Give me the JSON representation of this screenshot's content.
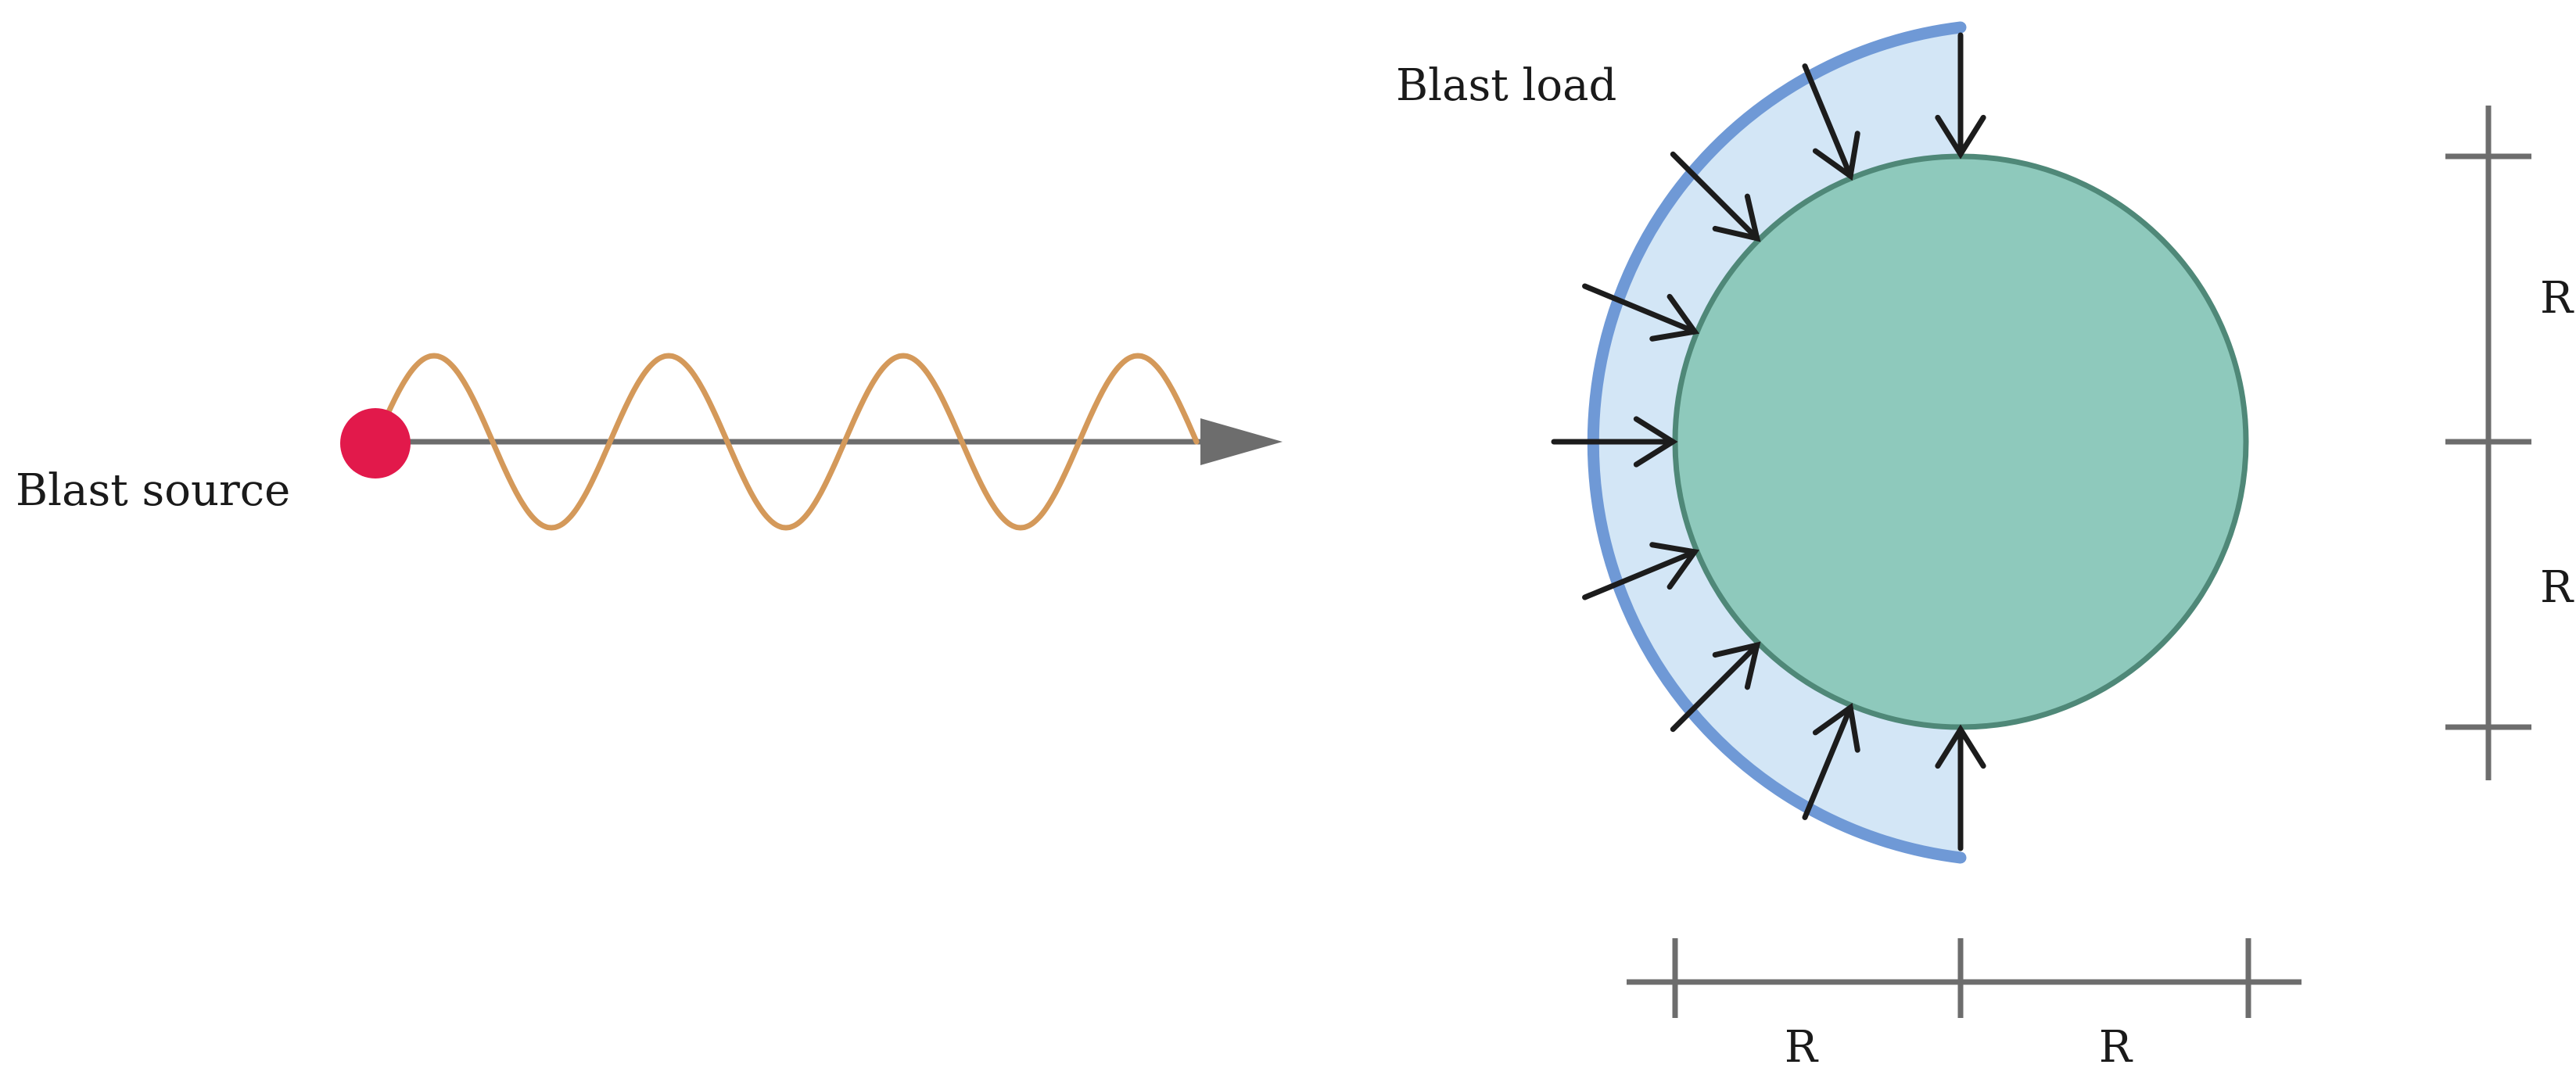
{
  "labels": {
    "blast_source": "Blast source",
    "blast_load": "Blast load",
    "dim_right_upper": "R",
    "dim_right_lower": "R",
    "dim_bottom_left": "R",
    "dim_bottom_right": "R"
  },
  "colors": {
    "source_dot": "#e2194b",
    "wave": "#d4995a",
    "propagation_arrow": "#6d6d6d",
    "load_band_fill": "#d3e6f6",
    "load_band_edge": "#6f99d6",
    "cylinder_fill": "#8ec9bc",
    "cylinder_edge": "#4f8878",
    "load_arrows": "#1c1c1c",
    "dimension_lines": "#6d6d6d"
  }
}
